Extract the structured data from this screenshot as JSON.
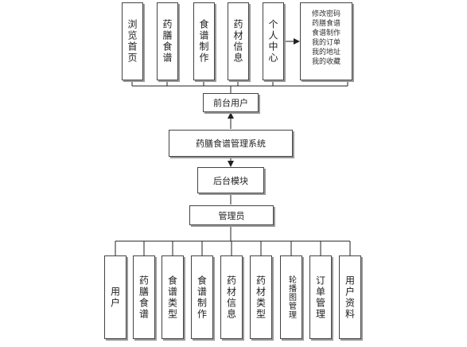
{
  "frontend": {
    "items": [
      {
        "label": "浏览首页"
      },
      {
        "label": "药膳食谱"
      },
      {
        "label": "食谱制作"
      },
      {
        "label": "药材信息"
      },
      {
        "label": "个人中心"
      }
    ],
    "personal_center_sub": [
      "修改密码",
      "药膳食谱",
      "食谱制作",
      "我的订单",
      "我的地址",
      "我的收藏"
    ],
    "user_node": "前台用户"
  },
  "system": {
    "title": "药膳食谱管理系统",
    "backend": "后台模块",
    "admin": "管理员"
  },
  "backend_modules": [
    {
      "label": "用户"
    },
    {
      "label": "药膳食谱"
    },
    {
      "label": "食谱类型"
    },
    {
      "label": "食谱制作"
    },
    {
      "label": "药材信息"
    },
    {
      "label": "药材类型"
    },
    {
      "label": "轮播图管理"
    },
    {
      "label": "订单管理"
    },
    {
      "label": "用户资料"
    }
  ]
}
